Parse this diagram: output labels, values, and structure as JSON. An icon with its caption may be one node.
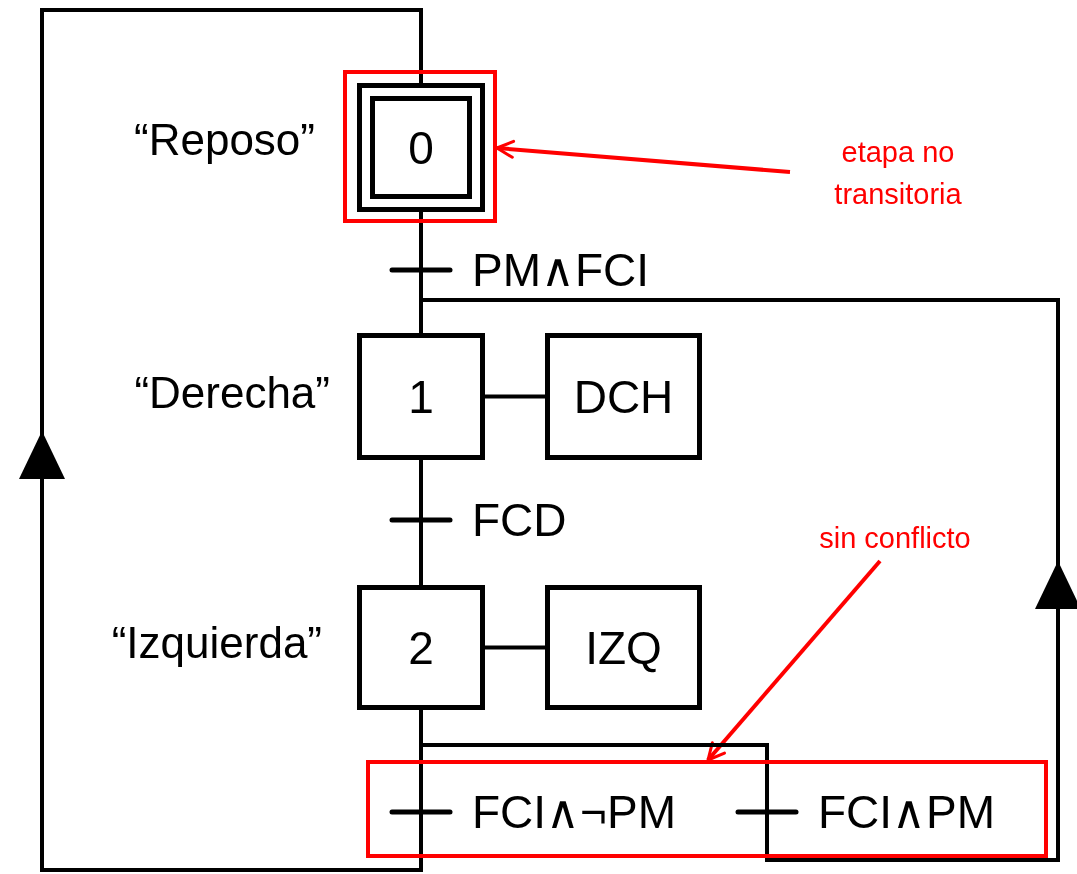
{
  "diagram": {
    "nodes": [
      {
        "text": [],
        "shape": "box"
      },
      {
        "text": [
          "0"
        ],
        "beside": [
          "“Reposo”"
        ],
        "in": 0
      },
      {
        "text": [
          "etapa no transitoria"
        ]
      },
      {
        "text": [
          "PM∧FCI"
        ]
      },
      {
        "text": [
          "1"
        ],
        "beside": [
          "“Derecha”"
        ]
      },
      {
        "text": [
          "DCH"
        ]
      },
      {
        "text": [
          "FCD"
        ]
      },
      {
        "text": [
          "sin conflicto"
        ]
      },
      {
        "text": [
          "2"
        ],
        "beside": [
          "“Izquierda”"
        ]
      },
      {
        "text": [
          "IZQ"
        ]
      },
      {
        "text": [],
        "shape": "box"
      },
      {
        "text": [
          "FCI∧¬PM"
        ],
        "in": 10
      },
      {
        "text": [
          "FCI∧PM"
        ],
        "in": 10
      }
    ],
    "edges": [
      {
        "from": 2,
        "to": 0,
        "arrow": "to",
        "color": "#ff0000"
      },
      {
        "from": 1,
        "to": 3,
        "arrow": "none"
      },
      {
        "from": 3,
        "to": 4,
        "arrow": "none"
      },
      {
        "from": 4,
        "to": 5,
        "arrow": "none"
      },
      {
        "from": 4,
        "to": 6,
        "arrow": "none"
      },
      {
        "from": 6,
        "to": 8,
        "arrow": "none"
      },
      {
        "from": 8,
        "to": 9,
        "arrow": "none"
      },
      {
        "from": 7,
        "to": 10,
        "arrow": "to",
        "color": "#ff0000"
      },
      {
        "from": 8,
        "to": 11,
        "arrow": "none"
      },
      {
        "from": 11,
        "to": 1,
        "arrow": "to"
      },
      {
        "from": 8,
        "to": 12,
        "arrow": "none"
      },
      {
        "from": 12,
        "to": 4,
        "arrow": "to"
      }
    ]
  }
}
